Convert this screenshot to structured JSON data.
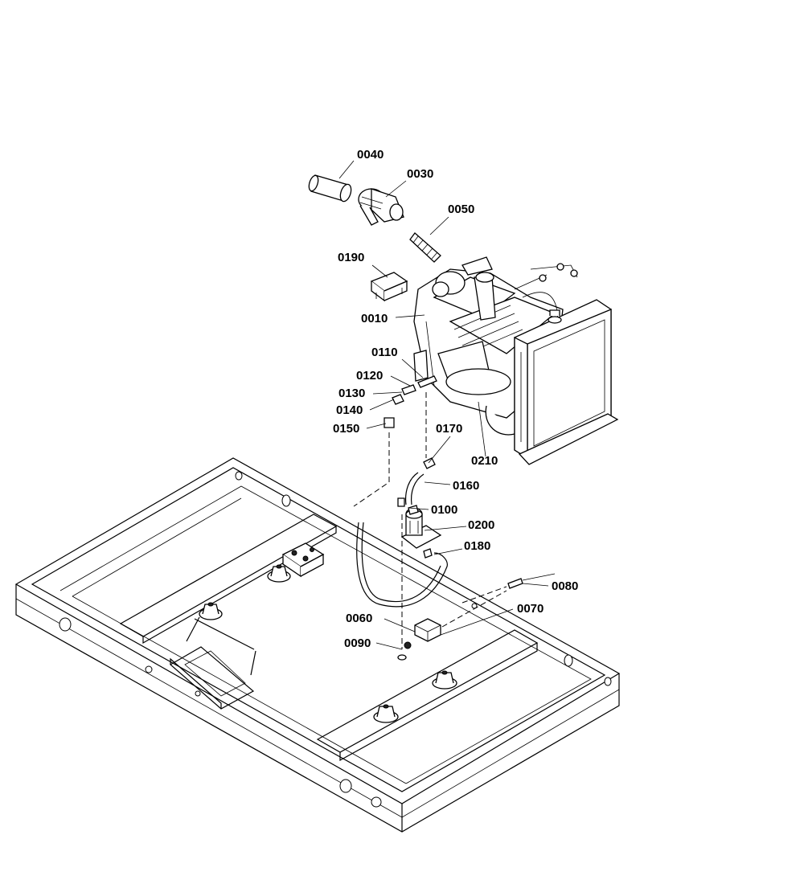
{
  "callouts": {
    "c0010": "0010",
    "c0030": "0030",
    "c0040": "0040",
    "c0050": "0050",
    "c0060": "0060",
    "c0070": "0070",
    "c0080": "0080",
    "c0090": "0090",
    "c0100": "0100",
    "c0110": "0110",
    "c0120": "0120",
    "c0130": "0130",
    "c0140": "0140",
    "c0150": "0150",
    "c0160": "0160",
    "c0170": "0170",
    "c0180": "0180",
    "c0190": "0190",
    "c0200": "0200",
    "c0210": "0210"
  }
}
